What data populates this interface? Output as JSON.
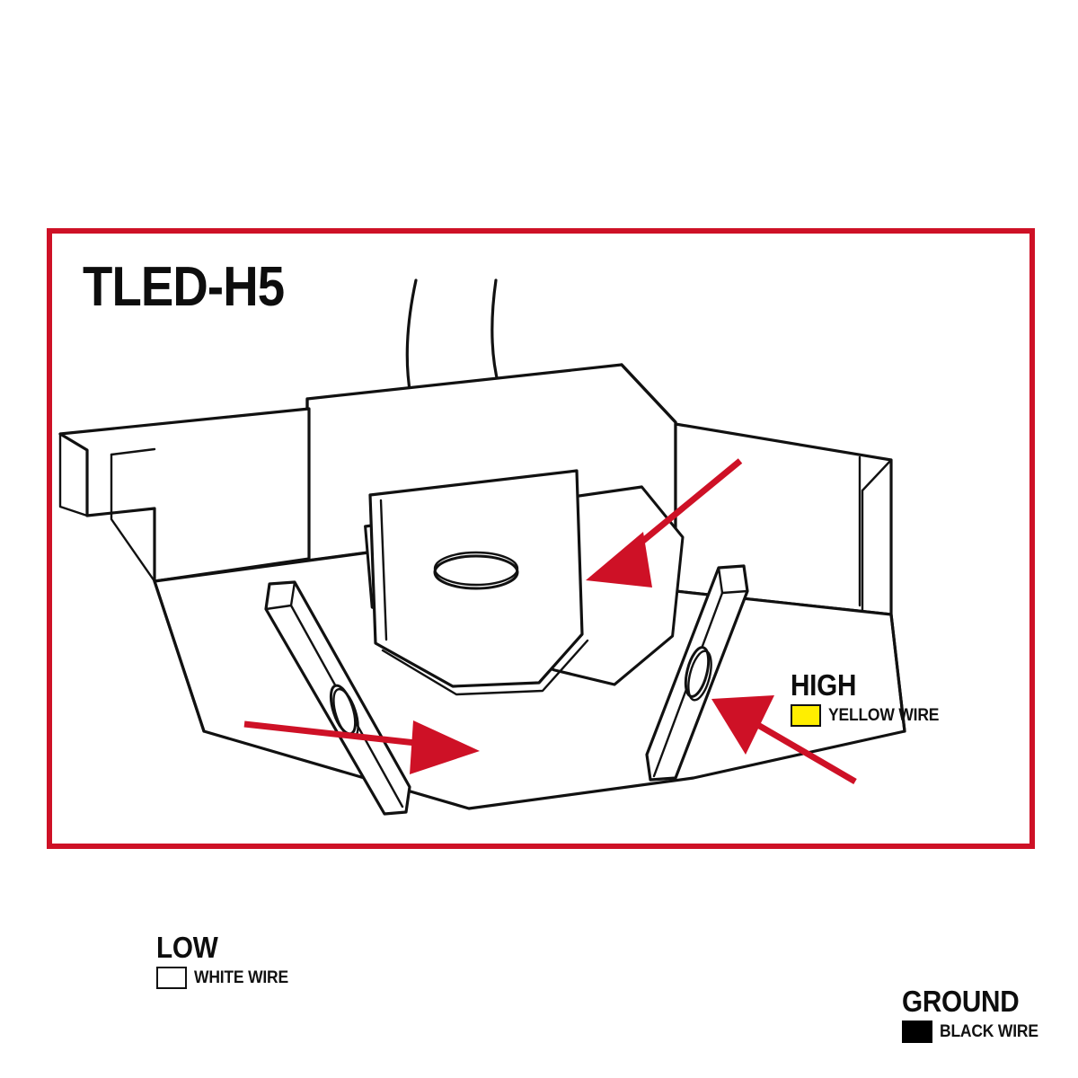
{
  "panel": {
    "border_color": "#ce1126",
    "background": "#ffffff"
  },
  "product": {
    "title": "TLED-H5"
  },
  "illustration": {
    "name": "h5-bulb-connector-line-art",
    "description": "Isometric line drawing of an H5 LED headlight bulb connector base with two wire leads, a center tab with hole, and two side terminal blades"
  },
  "callouts": [
    {
      "id": "high",
      "title": "HIGH",
      "wire_label": "YELLOW WIRE",
      "swatch_color": "#ffee00",
      "swatch_name": "yellow-wire-swatch",
      "arrow_name": "high-pointer-arrow"
    },
    {
      "id": "low",
      "title": "LOW",
      "wire_label": "WHITE WIRE",
      "swatch_color": "#ffffff",
      "swatch_name": "white-wire-swatch",
      "arrow_name": "low-pointer-arrow"
    },
    {
      "id": "ground",
      "title": "GROUND",
      "wire_label": "BLACK WIRE",
      "swatch_color": "#000000",
      "swatch_name": "black-wire-swatch",
      "arrow_name": "ground-pointer-arrow"
    }
  ]
}
